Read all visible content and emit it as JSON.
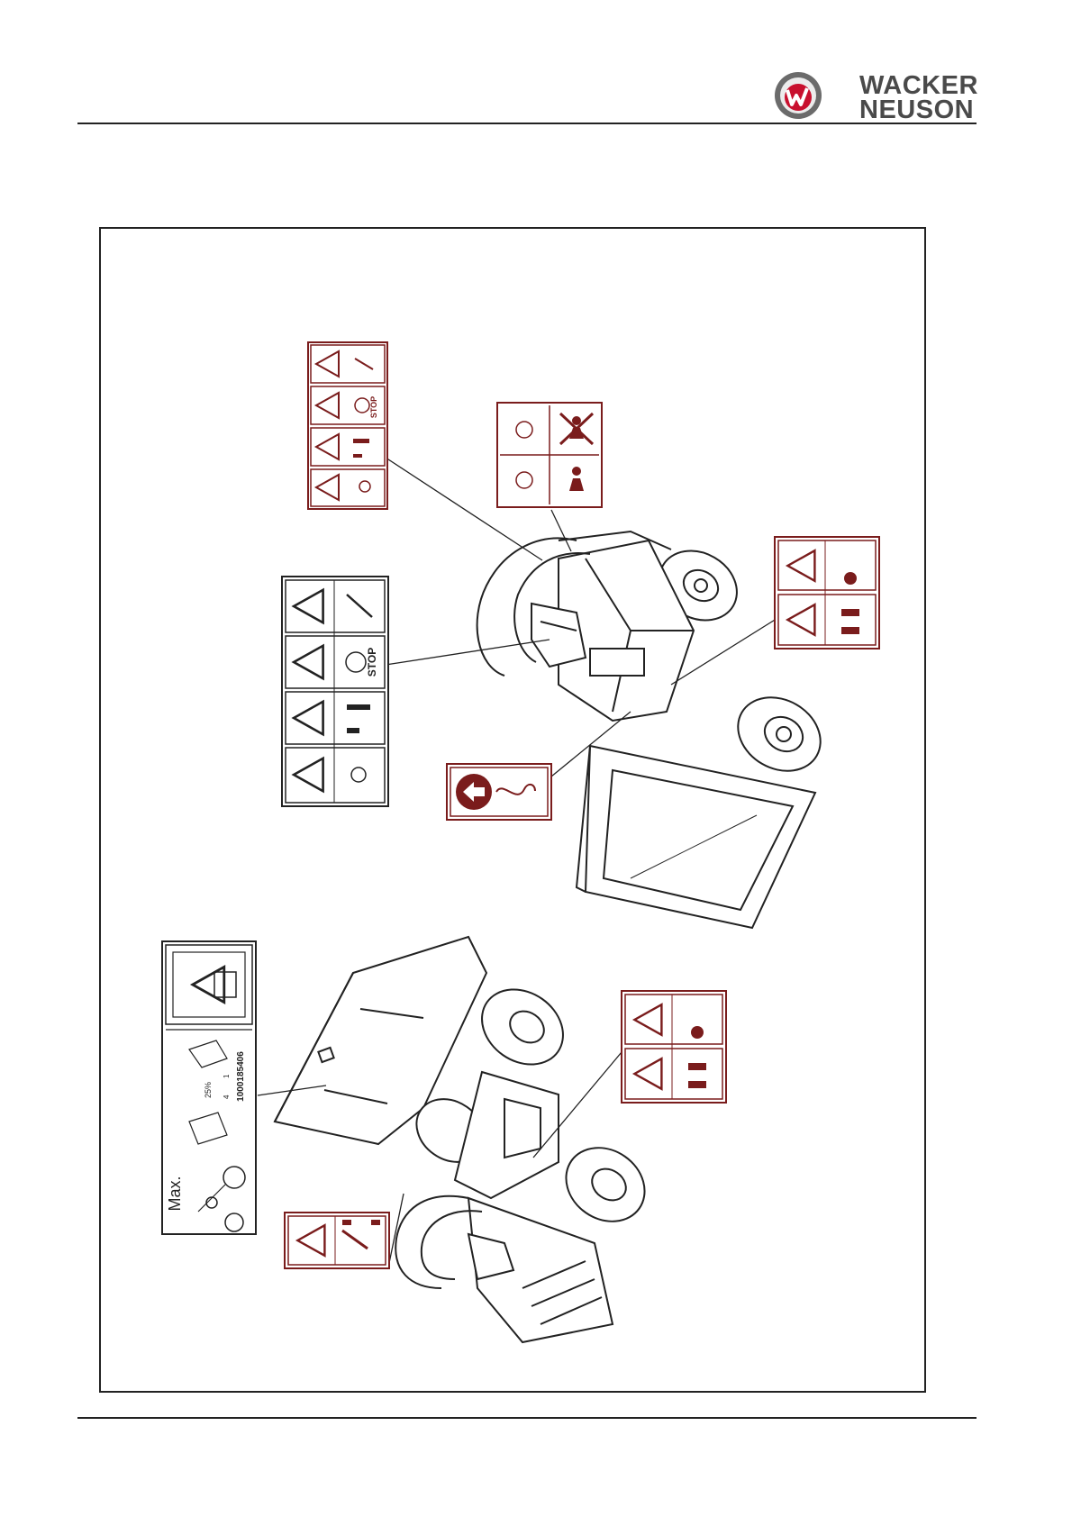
{
  "brand": {
    "name_line1": "WACKER",
    "name_line2": "NEUSON",
    "accent_color": "#c8102e",
    "mark_color": "#6b6b6b"
  },
  "decals": {
    "sign_color": "#7a1c1c",
    "stop_text": "STOP",
    "load_label": {
      "max_text": "Max.",
      "slope_text": "25%",
      "ratio_top": "1",
      "ratio_bottom": "4",
      "part_number": "1000185406"
    }
  },
  "icons": [
    "warning-triangle-icon",
    "hand-crush-icon",
    "stop-icon",
    "key-icon",
    "person-icon",
    "lifting-hook-icon",
    "arrow-left-icon"
  ]
}
